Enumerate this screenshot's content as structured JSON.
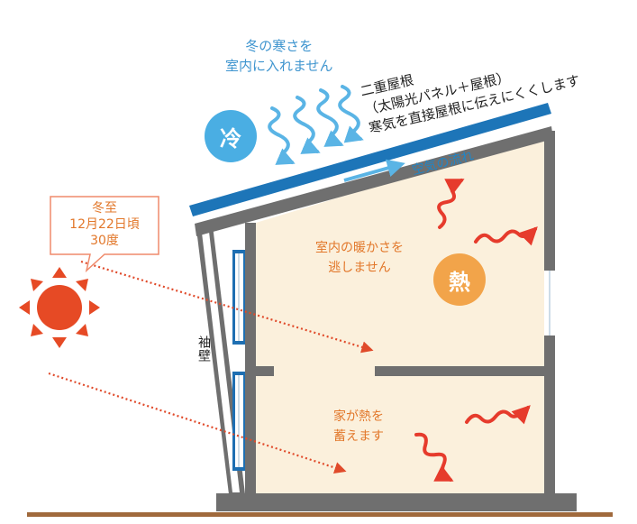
{
  "labels": {
    "cold_message": [
      "冬の寒さを",
      "室内に入れません"
    ],
    "roof_message": [
      "二重屋根",
      "（太陽光パネル＋屋根）",
      "寒気を直接屋根に伝えにくくします"
    ],
    "air_flow": "空気の流れ",
    "cold_badge": "冷",
    "heat_badge": "熱",
    "warmth_message": [
      "室内の暖かさを",
      "逃しません"
    ],
    "heat_store_message": [
      "家が熱を",
      "蓄えます"
    ],
    "wing_wall": "袖壁",
    "solstice": [
      "冬至",
      "12月22日頃",
      "30度"
    ]
  },
  "colors": {
    "roof_panel": "#1d75b8",
    "cold_arrow": "#5ab4e5",
    "cold_badge": "#4aaee3",
    "warm_arrow": "#e63b2c",
    "heat_badge": "#f2a44a",
    "sun": "#e64a25",
    "sun_ray": "#e64a25",
    "interior": "#fbf0dc",
    "wall": "#6f6f6f",
    "ground": "#a0693c",
    "window_frame": "#1e6fb2",
    "callout_border": "#ef8a6b"
  },
  "icons": {
    "sun": "sun-icon",
    "cold_arrows": "wavy-down-arrow-icon",
    "heat_arrows": "wavy-up-arrow-icon"
  }
}
